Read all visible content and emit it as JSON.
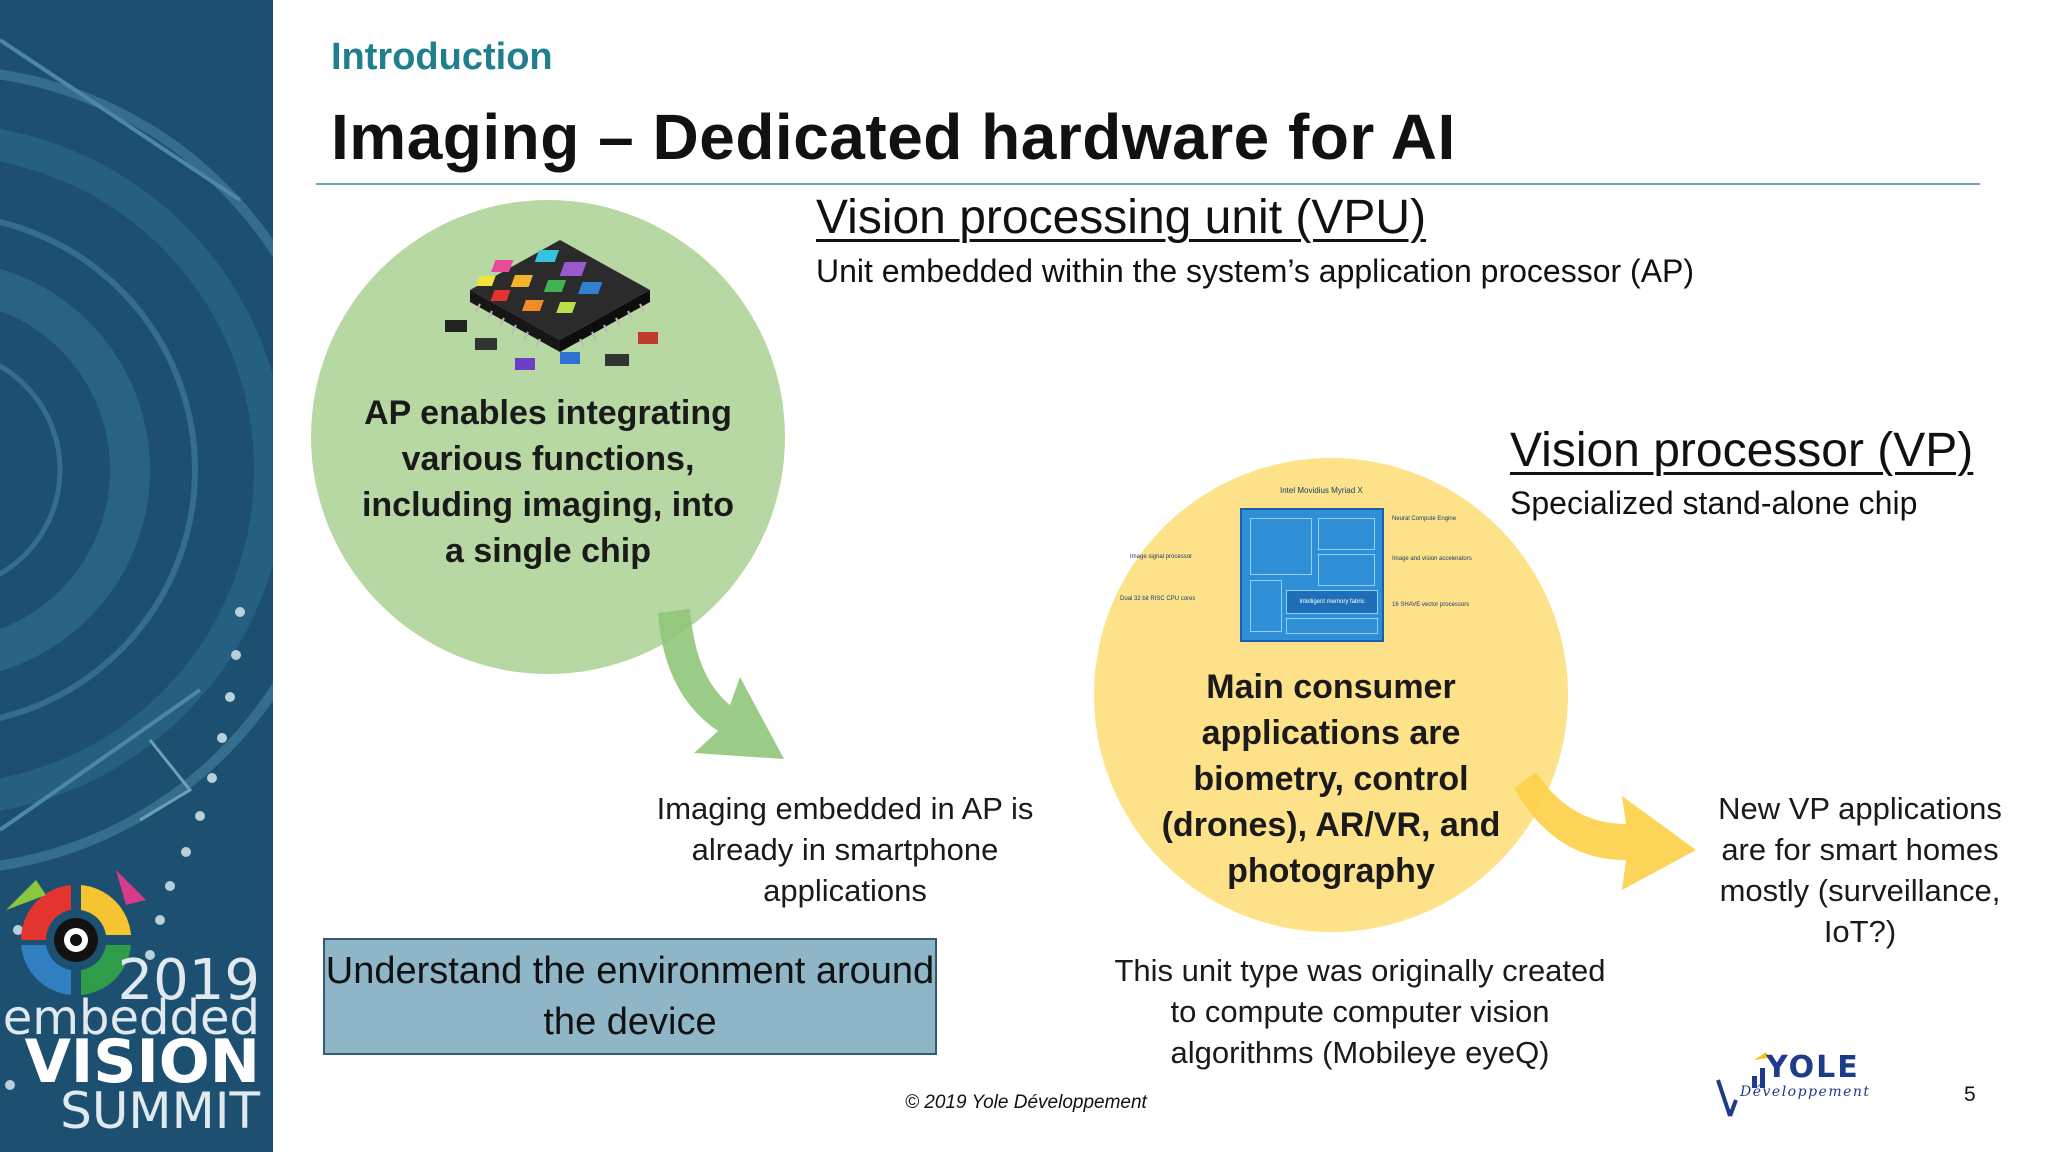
{
  "slide": {
    "section": "Introduction",
    "title": "Imaging – Dedicated hardware for AI",
    "page_number": "5",
    "copyright": "© 2019 Yole Développement"
  },
  "vpu": {
    "heading": "Vision processing unit (VPU)",
    "subheading": "Unit embedded within the system’s application processor (AP)",
    "circle_text": "AP enables integrating various functions, including imaging, into a single chip",
    "note": "Imaging embedded in AP is already in smartphone applications"
  },
  "vp": {
    "heading": "Vision processor (VP)",
    "subheading": "Specialized stand-alone chip",
    "circle_text": "Main consumer applications are biometry, control (drones), AR/VR, and photography",
    "note_below": "This unit type was originally created to compute computer vision algorithms (Mobileye eyeQ)",
    "note_right": "New VP applications are for smart homes mostly (surveillance, IoT?)"
  },
  "chip_diagram": {
    "title": "Intel Movidius Myriad X",
    "labels_left": [
      "Image signal processor",
      "Dual 32 bit RISC CPU cores"
    ],
    "labels_right": [
      "Neural Compute Engine",
      "Image and vision accelerators",
      "16 SHAVE vector processors"
    ],
    "inner_label": "Intelligent memory fabric"
  },
  "callout_box": {
    "text": "Understand the environment around the device"
  },
  "event_logo": {
    "year": "2019",
    "line1": "embedded",
    "line2": "VISION",
    "line3": "SUMMIT"
  },
  "company_logo": {
    "name": "YOLE",
    "sub": "Développement"
  },
  "colors": {
    "sidebar": "#1c4f70",
    "section_teal": "#1f7f8c",
    "green_circle": "#b7d7a3",
    "yellow_circle": "#fde289",
    "box_fill": "#8fb6c6",
    "green_arrow": "#8fc77a",
    "yellow_arrow": "#fcd04a",
    "chip_blue": "#2e8fd6"
  }
}
